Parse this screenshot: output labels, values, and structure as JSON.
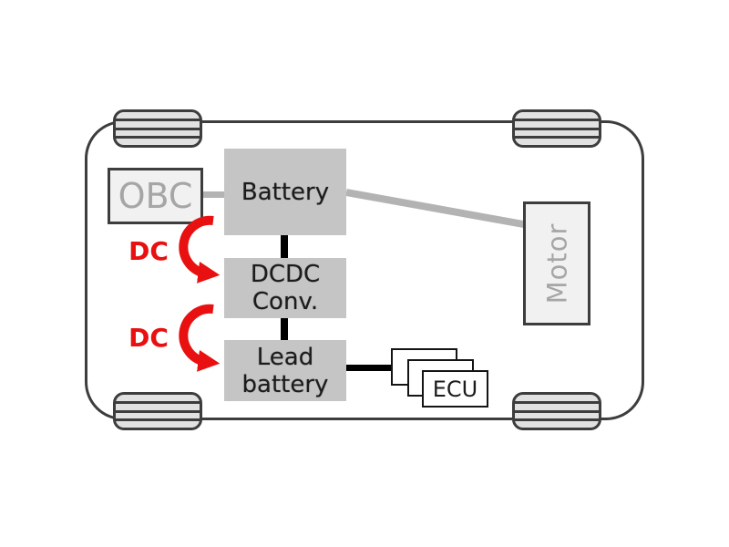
{
  "colors": {
    "accent_red": "#e81010",
    "outline": "#3d3d3d",
    "node_fill": "#c5c5c5",
    "light_fill": "#f1f1f1",
    "muted_text": "#a6a6a6",
    "wire_gray": "#b3b3b3",
    "wire_black": "#000000",
    "wheel_fill": "#e1e1e1",
    "text_dark": "#1c1c1c"
  },
  "diagram": {
    "nodes": {
      "obc": {
        "label": "OBC"
      },
      "battery": {
        "label": "Battery"
      },
      "dcdc_converter": {
        "line1": "DCDC",
        "line2": "Conv."
      },
      "lead_battery": {
        "line1": "Lead",
        "line2": "battery"
      },
      "motor": {
        "label": "Motor"
      },
      "ecu": {
        "label": "ECU"
      }
    },
    "flow_labels": {
      "dc_top": "DC",
      "dc_bottom": "DC"
    }
  }
}
